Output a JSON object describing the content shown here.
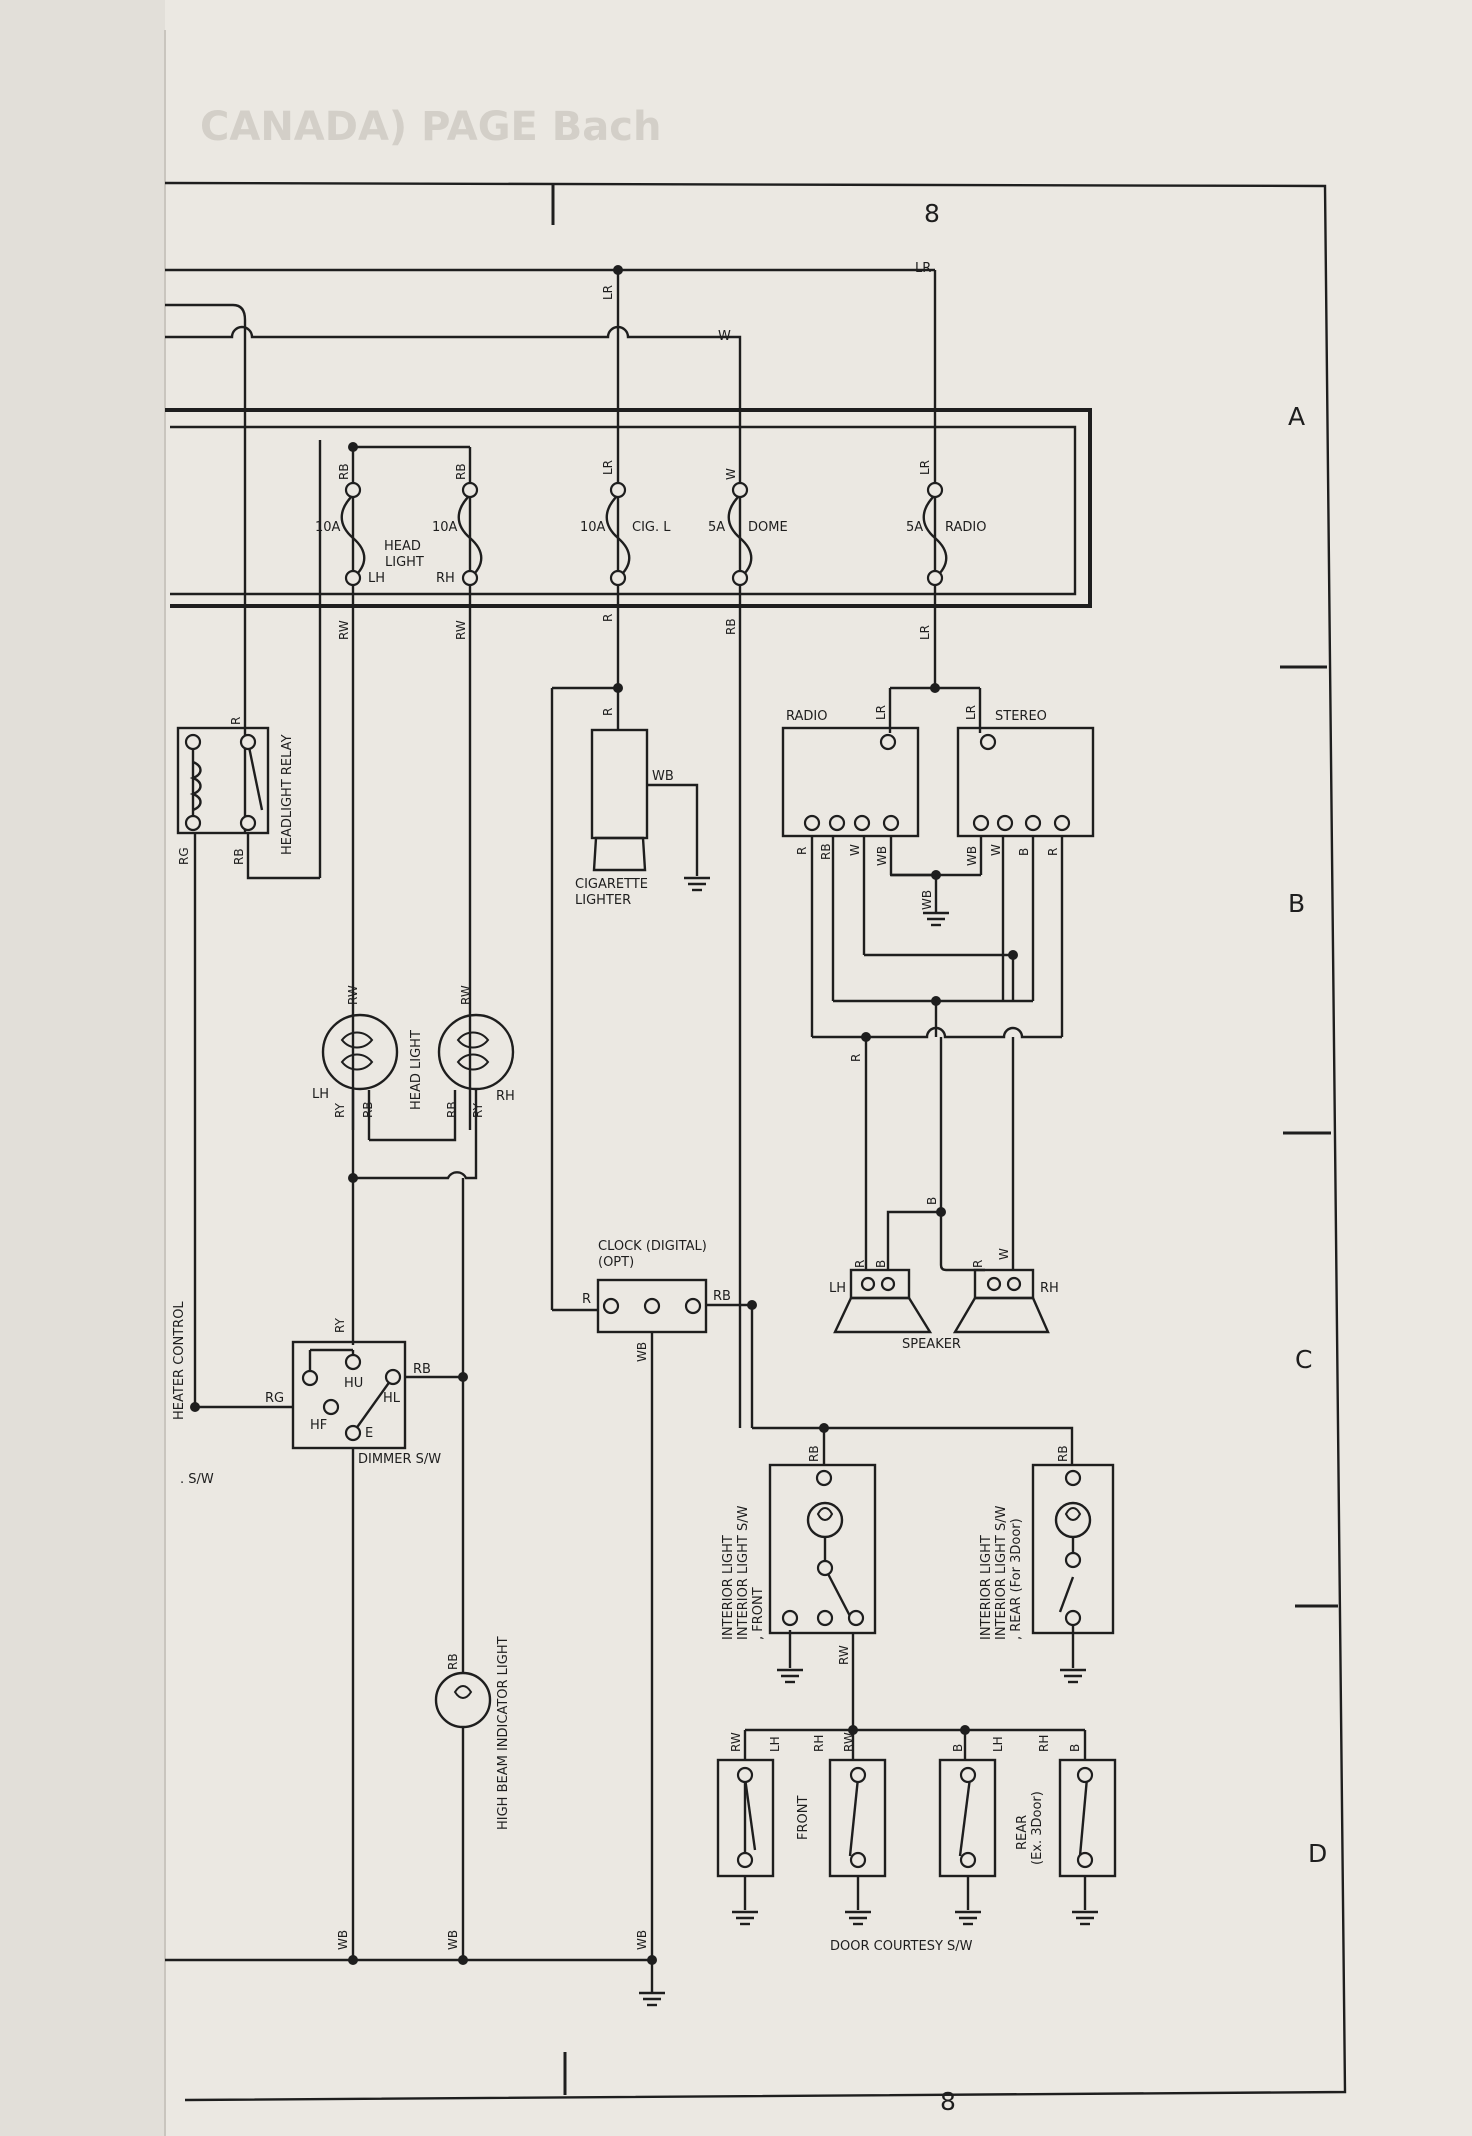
{
  "page": {
    "zone_top": "8",
    "zone_bottom": "8",
    "row_a": "A",
    "row_b": "B",
    "row_c": "C",
    "row_d": "D",
    "faded_header": "CANADA)   PAGE  Bach"
  },
  "fuses": {
    "hl_left_rating": "10A",
    "hl_right_rating": "10A",
    "head_light_1": "HEAD",
    "head_light_2": "LIGHT",
    "lh": "LH",
    "rh": "RH",
    "cig_rating": "10A",
    "cig_name": "CIG. L",
    "dome_rating": "5A",
    "dome_name": "DOME",
    "radio_rating": "5A",
    "radio_name": "RADIO"
  },
  "wires": {
    "LR": "LR",
    "W": "W",
    "RB": "RB",
    "RW": "RW",
    "R": "R",
    "RG": "RG",
    "RY": "RY",
    "WB": "WB",
    "B": "B",
    "LH": "LH",
    "RH": "RH"
  },
  "components": {
    "headlight_relay": "HEADLIGHT RELAY",
    "cigarette_lighter_1": "CIGARETTE",
    "cigarette_lighter_2": "LIGHTER",
    "radio": "RADIO",
    "stereo": "STEREO",
    "head_light": "HEAD LIGHT",
    "lh": "LH",
    "rh": "RH",
    "clock_1": "CLOCK (DIGITAL)",
    "clock_2": "(OPT)",
    "speaker": "SPEAKER",
    "speaker_lh": "LH",
    "speaker_rh": "RH",
    "dimmer_sw": "DIMMER S/W",
    "hu": "HU",
    "hl": "HL",
    "hf": "HF",
    "e": "E",
    "heater_control": "HEATER CONTROL",
    "sw_fragment": ". S/W",
    "interior_front_1": "INTERIOR LIGHT",
    "interior_front_2": "INTERIOR LIGHT S/W",
    "interior_front_3": ", FRONT",
    "interior_rear_1": "INTERIOR LIGHT",
    "interior_rear_2": "INTERIOR LIGHT S/W",
    "interior_rear_3": ", REAR  (For 3Door)",
    "high_beam": "HIGH BEAM INDICATOR LIGHT",
    "front": "FRONT",
    "rear_1": "REAR",
    "rear_2": "(Ex. 3Door)",
    "door_courtesy": "DOOR COURTESY S/W"
  }
}
